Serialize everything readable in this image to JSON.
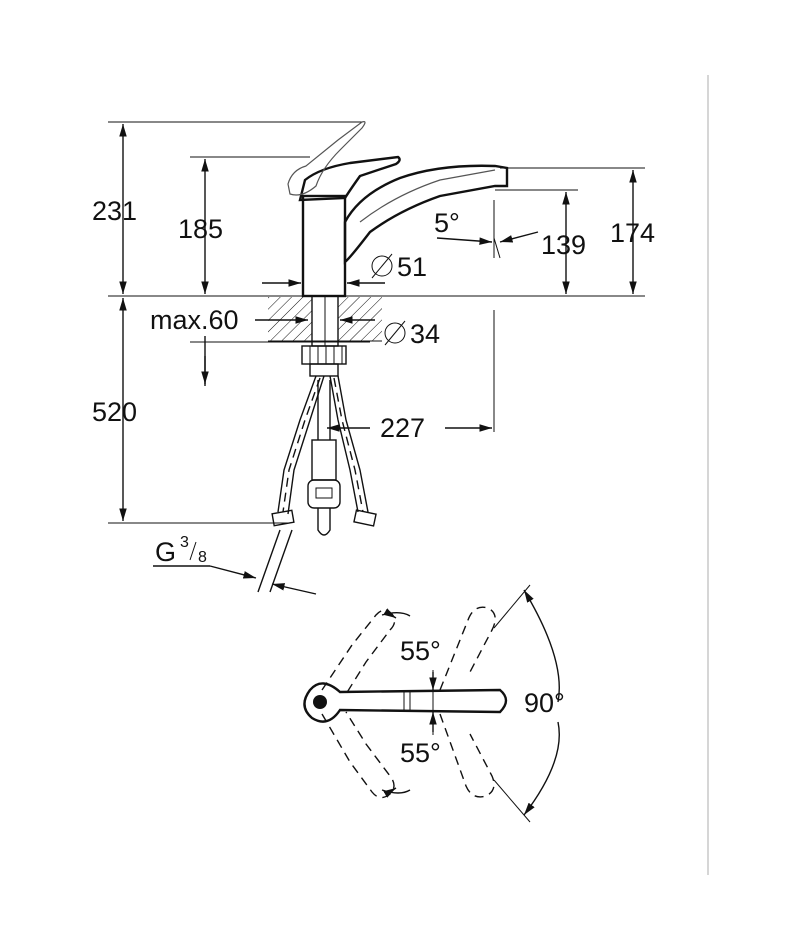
{
  "dimensions": {
    "total_height": "231",
    "handle_height": "185",
    "spout_height": "174",
    "spout_outlet_height": "139",
    "spout_angle": "5°",
    "body_diameter": "51",
    "max_deck": "max.60",
    "shank_diameter": "34",
    "below_deck": "520",
    "spout_reach": "227",
    "connection_main": "G",
    "connection_sup": "3",
    "connection_sub": "8"
  },
  "plan_view": {
    "angle_upper": "55°",
    "angle_lower": "55°",
    "angle_total": "90°"
  }
}
